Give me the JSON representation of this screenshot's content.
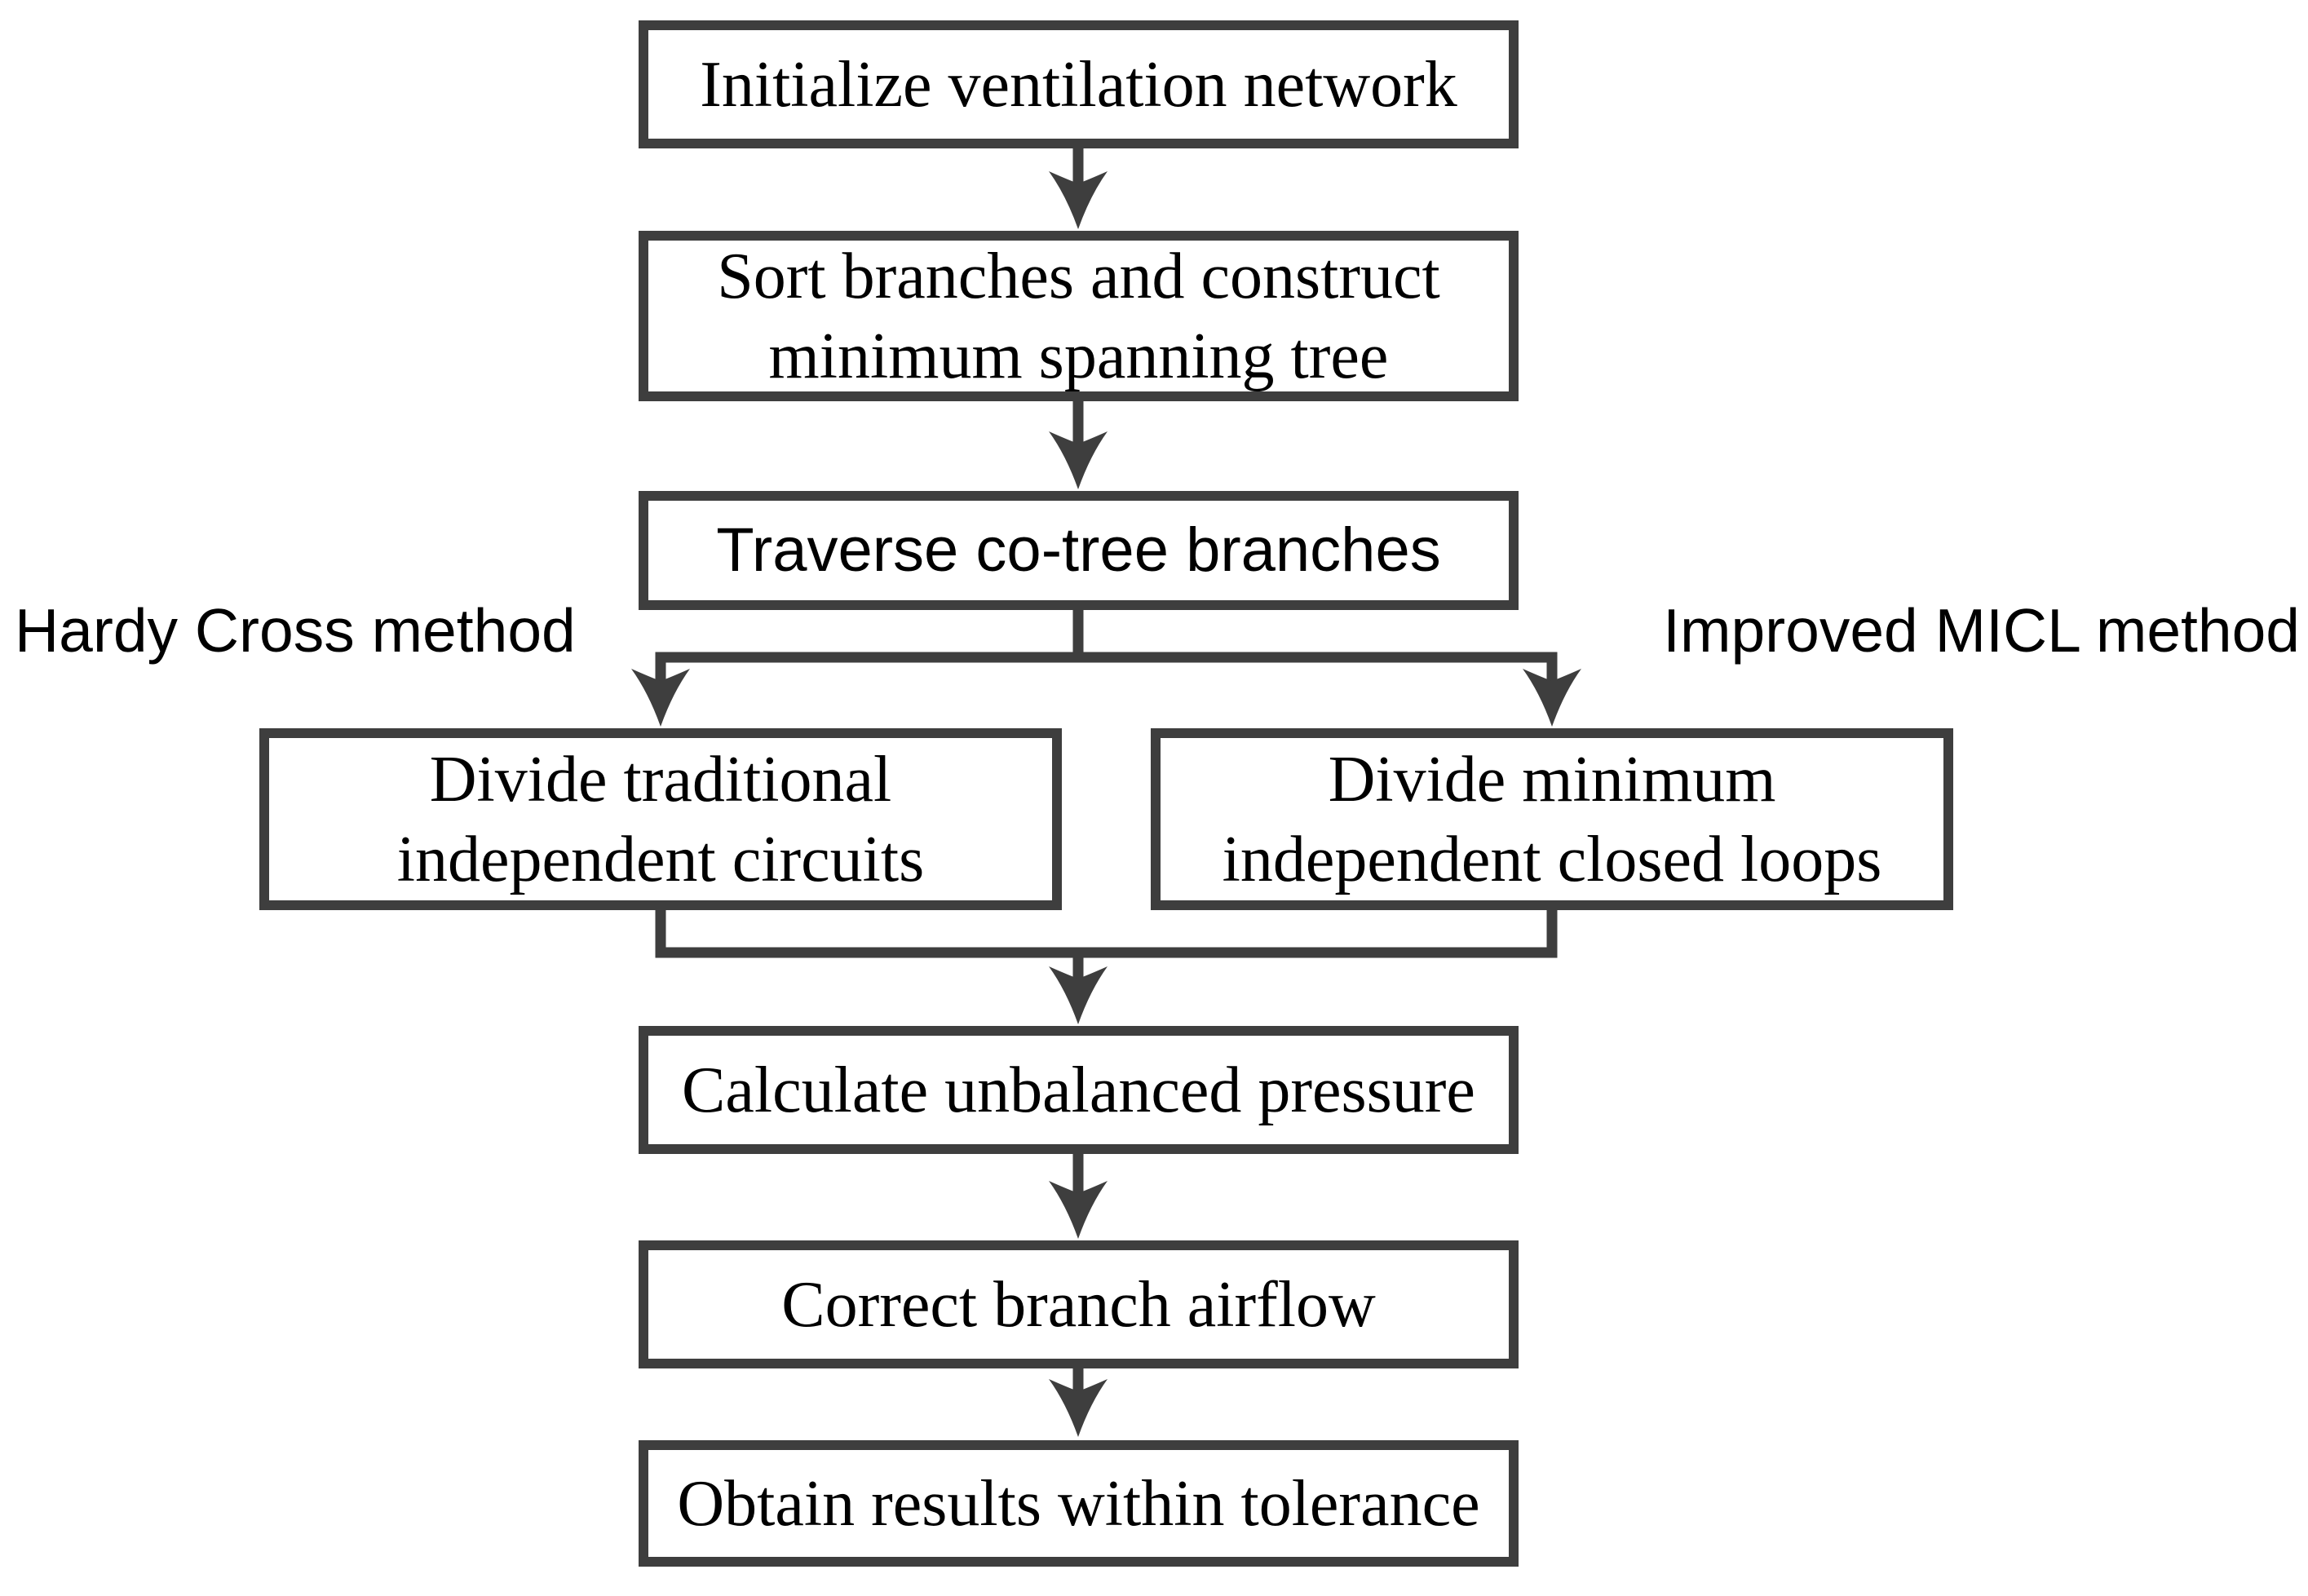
{
  "figure": {
    "type": "flowchart",
    "background_color": "#ffffff",
    "line_color": "#3e3e3e",
    "text_color": "#000000"
  },
  "side_labels": {
    "left": "Hardy Cross method",
    "right": "Improved MICL method"
  },
  "nodes": {
    "initialize": {
      "lines": [
        "Initialize ventilation network"
      ]
    },
    "sort": {
      "lines": [
        "Sort branches and construct",
        "minimum spanning tree"
      ]
    },
    "traverse": {
      "lines": [
        "Traverse co-tree branches"
      ]
    },
    "divide_traditional": {
      "lines": [
        "Divide traditional",
        "independent circuits"
      ]
    },
    "divide_minimum": {
      "lines": [
        "Divide minimum",
        "independent closed loops"
      ]
    },
    "calculate": {
      "lines": [
        "Calculate unbalanced pressure"
      ]
    },
    "correct": {
      "lines": [
        "Correct branch airflow"
      ]
    },
    "obtain": {
      "lines": [
        "Obtain results within tolerance"
      ]
    }
  }
}
